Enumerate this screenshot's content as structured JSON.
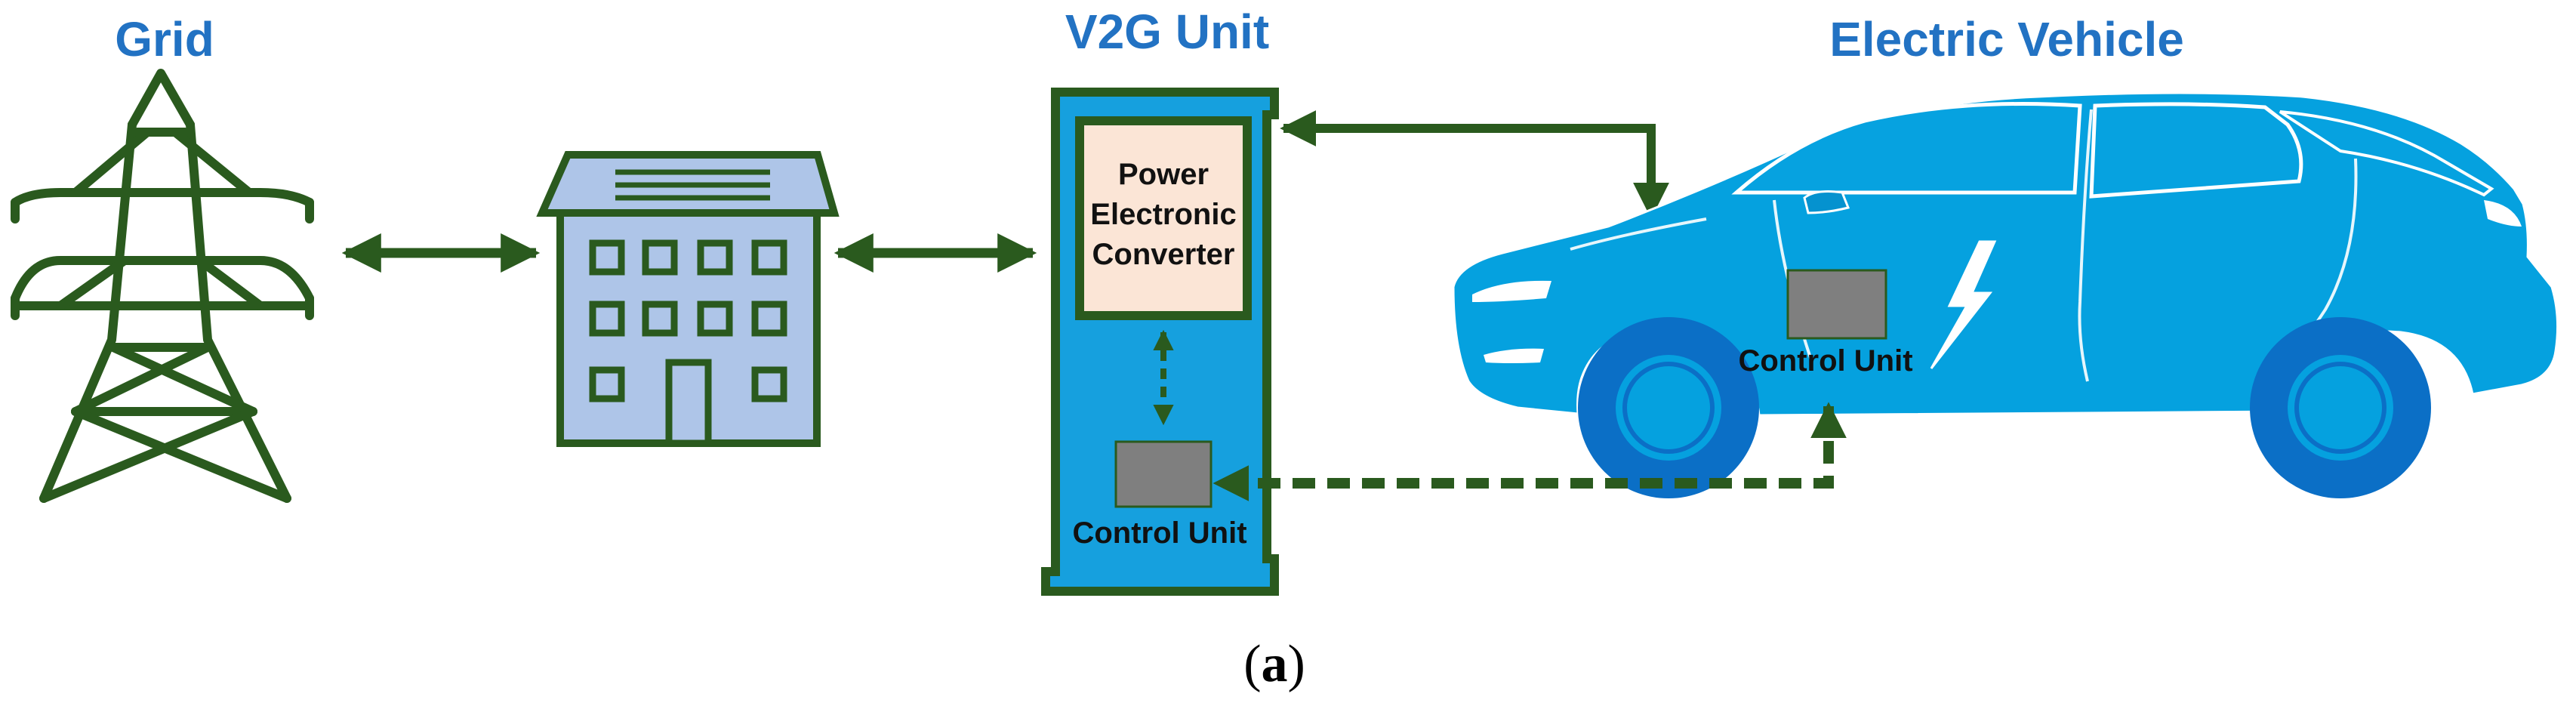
{
  "titles": {
    "grid": "Grid",
    "v2g_unit": "V2G Unit",
    "electric_vehicle": "Electric Vehicle"
  },
  "v2g": {
    "converter_label": [
      "Power",
      "Electronic",
      "Converter"
    ],
    "control_unit_label": "Control Unit"
  },
  "vehicle": {
    "control_unit_label": "Control Unit"
  },
  "caption": {
    "open": "(",
    "letter": "a",
    "close": ")"
  },
  "colors": {
    "title_blue": "#2272c3",
    "line_green": "#2a5a1e",
    "building_fill": "#aec5e8",
    "unit_blue": "#16a0de",
    "car_blue": "#05a1df",
    "wheel_dark": "#0b6fc6",
    "converter_fill": "#fbe5d6",
    "control_gray": "#7f7f7f"
  },
  "icons": {
    "grid": "transmission-tower-icon",
    "building": "building-icon",
    "vehicle": "electric-car-icon",
    "lightning": "lightning-bolt-icon"
  }
}
